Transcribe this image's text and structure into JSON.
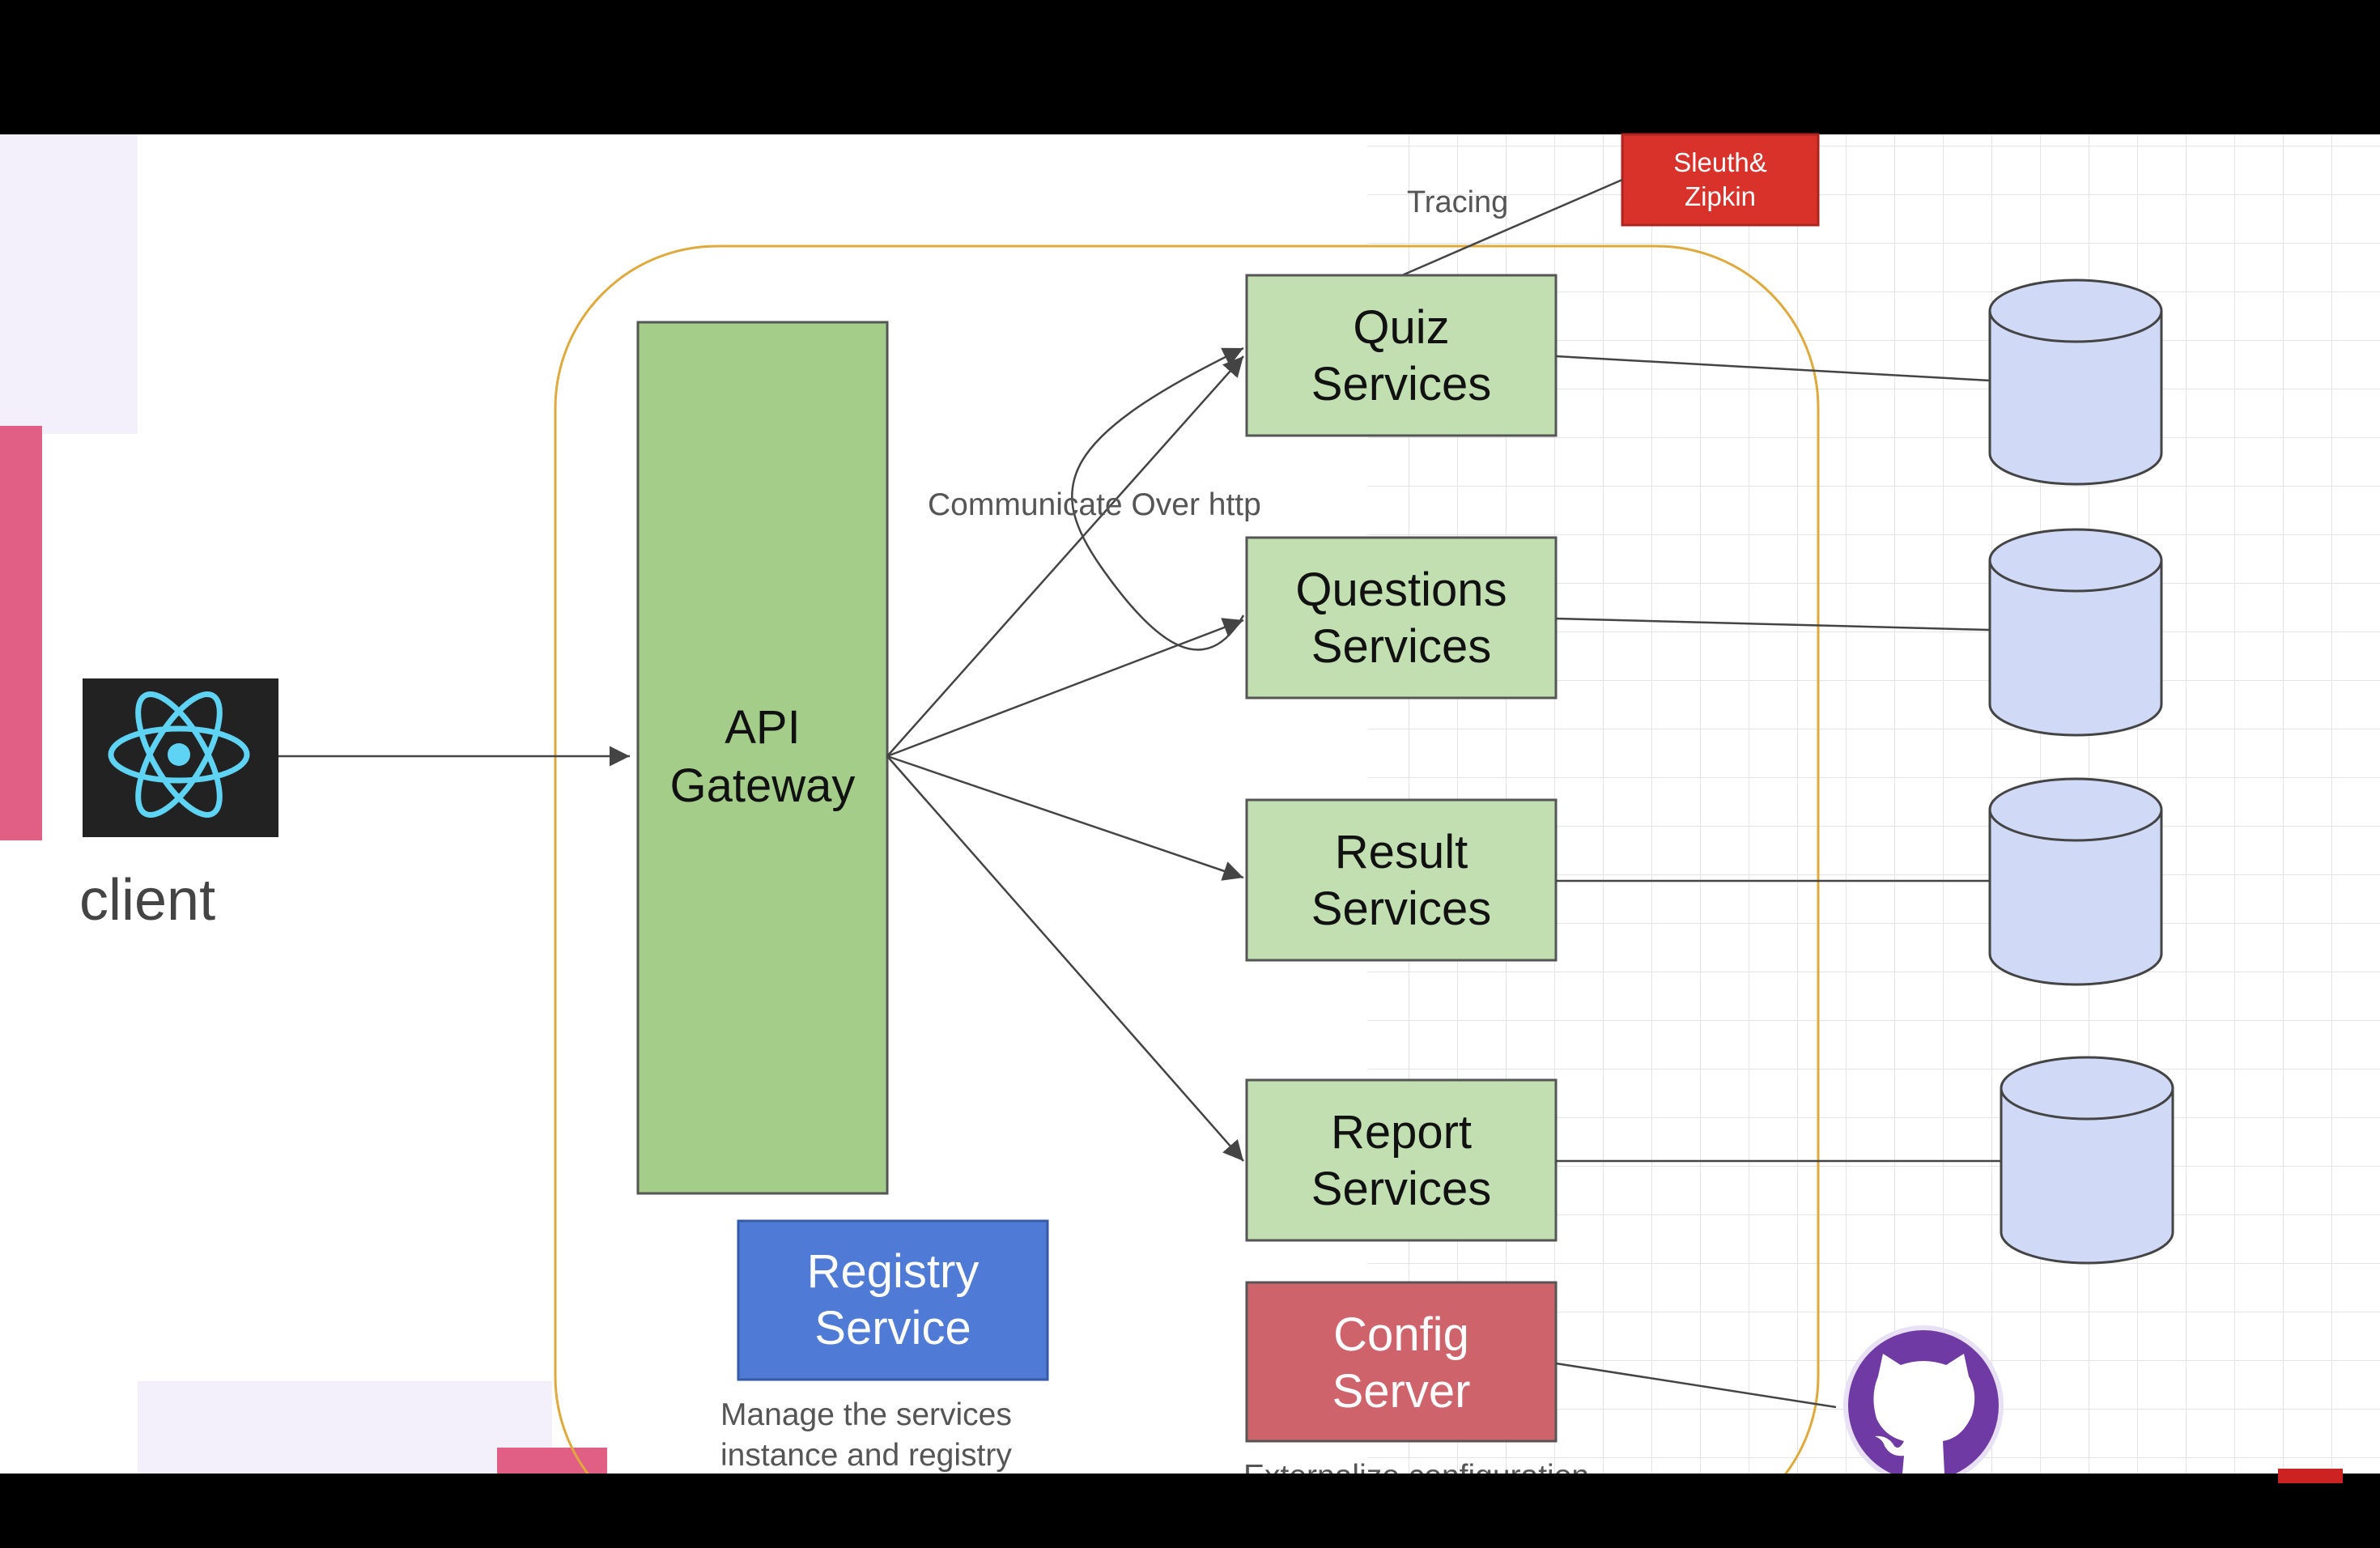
{
  "client": {
    "label": "client",
    "icon": "react-icon"
  },
  "gateway": {
    "line1": "API",
    "line2": "Gateway"
  },
  "services": [
    {
      "line1": "Quiz",
      "line2": "Services"
    },
    {
      "line1": "Questions",
      "line2": "Services"
    },
    {
      "line1": "Result",
      "line2": "Services"
    },
    {
      "line1": "Report",
      "line2": "Services"
    }
  ],
  "registry": {
    "line1": "Registry",
    "line2": "Service",
    "caption1": "Manage the services",
    "caption2": "instance and registry"
  },
  "config": {
    "line1": "Config",
    "line2": "Server",
    "caption": "Externalize configuration"
  },
  "tracing": {
    "line1": "Sleuth&",
    "line2": "Zipkin",
    "label": "Tracing"
  },
  "edge_label": "Communicate Over http",
  "github": {
    "icon": "github-icon"
  },
  "colors": {
    "gateway": "#a4cd8a",
    "service": "#c2dfb2",
    "registry": "#4f7bd6",
    "config": "#cf636c",
    "tracing": "#d8322b",
    "database": "#d0daf7",
    "boundary": "#e0a93c",
    "github": "#6f3aa3",
    "react": "#5ed3f3"
  }
}
